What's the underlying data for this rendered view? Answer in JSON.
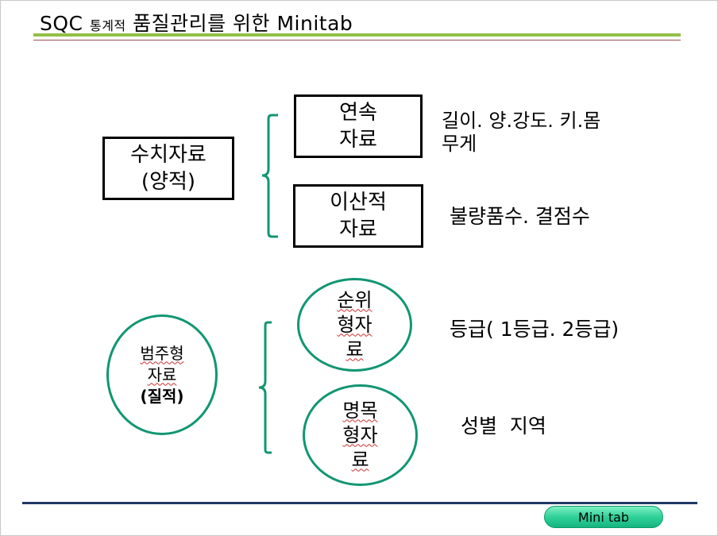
{
  "title": {
    "prefix": "SQC",
    "small": "통계적",
    "main": "품질관리를 위한 Minitab"
  },
  "numeric": {
    "box": {
      "line1": "수치자료",
      "line2": "(양적)"
    },
    "continuous": {
      "line1": "연속",
      "line2": "자료",
      "note_line1": "길이. 양.강도. 키.몸",
      "note_line2": "무게"
    },
    "discrete": {
      "line1": "이산적",
      "line2": "자료",
      "note": "불량품수. 결점수"
    }
  },
  "categorical": {
    "ellipse": {
      "line1": "범주형",
      "line2": "자료",
      "line3": "(질적)"
    },
    "ordinal": {
      "line1": "순위",
      "line2": "형자",
      "line3": "료",
      "note": "등급( 1등급. 2등급)"
    },
    "nominal": {
      "line1": "명목",
      "line2": "형자",
      "line3": "료",
      "note": "성별  지역"
    }
  },
  "footer": {
    "button_label": "Mini tab"
  },
  "colors": {
    "green_rule": "#92c047",
    "bracket_and_ellipse": "#119672",
    "bottom_rule": "#1f3864",
    "button": "#2fd199"
  }
}
